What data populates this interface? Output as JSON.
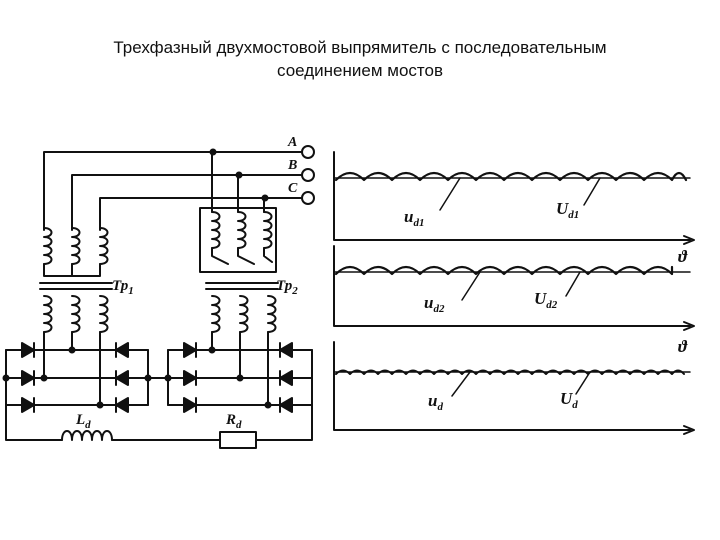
{
  "title": {
    "line1": "Трехфазный двухмостовой выпрямитель с последовательным",
    "line2": "соединением мостов"
  },
  "circuit": {
    "phases": [
      "A",
      "B",
      "C"
    ],
    "transformer1": {
      "main": "Тр",
      "sub": "1"
    },
    "transformer2": {
      "main": "Тр",
      "sub": "2"
    },
    "inductor": {
      "main": "L",
      "sub": "d"
    },
    "resistor": {
      "main": "R",
      "sub": "d"
    }
  },
  "waveforms": [
    {
      "name": "bridge1",
      "label_left": {
        "main": "u",
        "sub": "d1"
      },
      "label_right": {
        "main": "U",
        "sub": "d1"
      }
    },
    {
      "name": "bridge2",
      "label_left": {
        "main": "u",
        "sub": "d2"
      },
      "label_right": {
        "main": "U",
        "sub": "d2"
      }
    },
    {
      "name": "output",
      "label_left": {
        "main": "u",
        "sub": "d"
      },
      "label_right": {
        "main": "U",
        "sub": "d"
      }
    }
  ],
  "axis_label": "ϑ",
  "colors": {
    "ink": "#111111",
    "background": "#ffffff"
  }
}
